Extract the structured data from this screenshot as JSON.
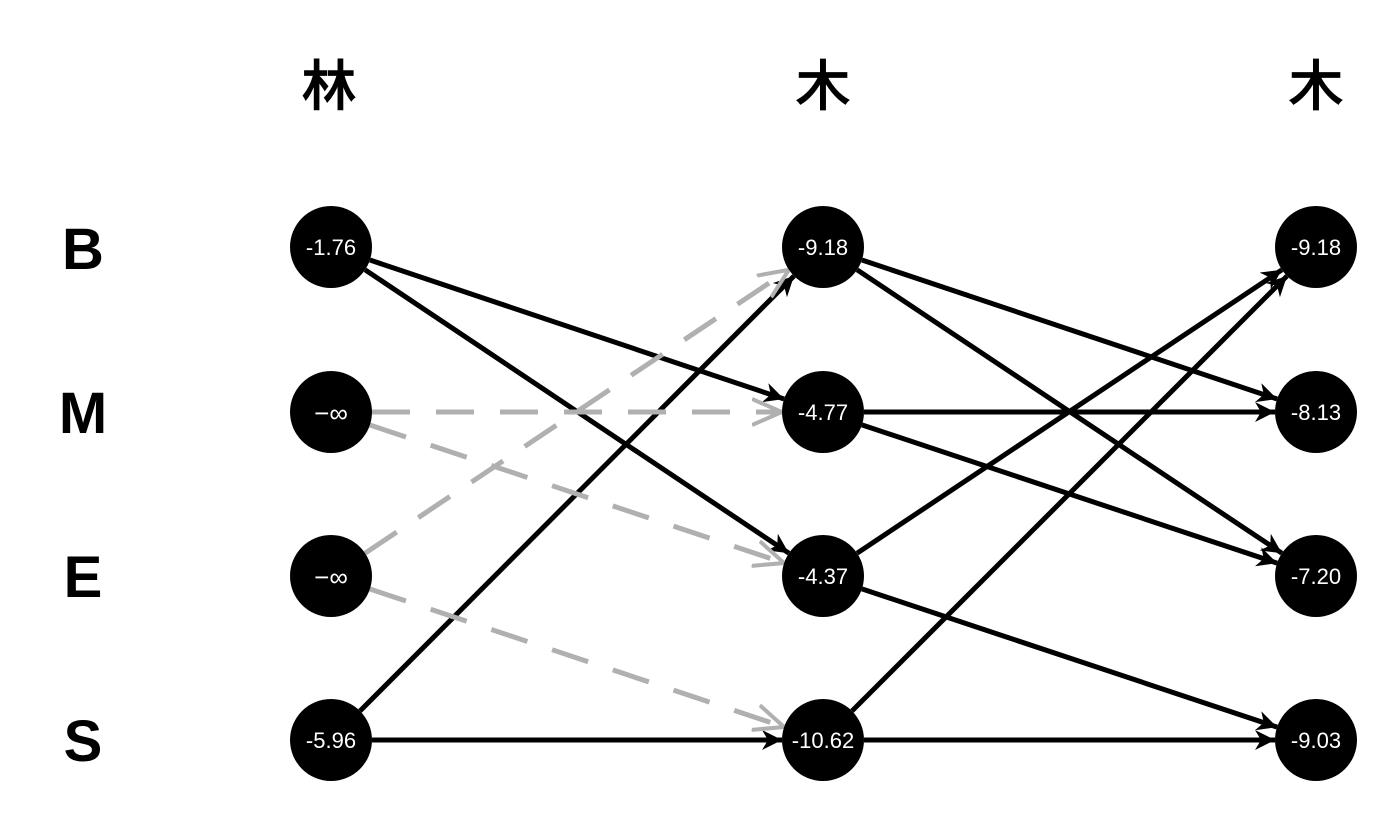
{
  "columns": [
    {
      "id": "c0",
      "char": "林"
    },
    {
      "id": "c1",
      "char": "木"
    },
    {
      "id": "c2",
      "char": "木"
    }
  ],
  "rows": [
    {
      "id": "B",
      "label": "B"
    },
    {
      "id": "M",
      "label": "M"
    },
    {
      "id": "E",
      "label": "E"
    },
    {
      "id": "S",
      "label": "S"
    }
  ],
  "nodes": {
    "c0": {
      "B": "-1.76",
      "M": "−∞",
      "E": "−∞",
      "S": "-5.96"
    },
    "c1": {
      "B": "-9.18",
      "M": "-4.77",
      "E": "-4.37",
      "S": "-10.62"
    },
    "c2": {
      "B": "-9.18",
      "M": "-8.13",
      "E": "-7.20",
      "S": "-9.03"
    }
  },
  "edges": [
    {
      "from": [
        "c0",
        "B"
      ],
      "to": [
        "c1",
        "M"
      ],
      "style": "solid"
    },
    {
      "from": [
        "c0",
        "B"
      ],
      "to": [
        "c1",
        "E"
      ],
      "style": "solid"
    },
    {
      "from": [
        "c0",
        "S"
      ],
      "to": [
        "c1",
        "B"
      ],
      "style": "solid"
    },
    {
      "from": [
        "c0",
        "S"
      ],
      "to": [
        "c1",
        "S"
      ],
      "style": "solid"
    },
    {
      "from": [
        "c0",
        "M"
      ],
      "to": [
        "c1",
        "M"
      ],
      "style": "dashed"
    },
    {
      "from": [
        "c0",
        "M"
      ],
      "to": [
        "c1",
        "E"
      ],
      "style": "dashed"
    },
    {
      "from": [
        "c0",
        "E"
      ],
      "to": [
        "c1",
        "B"
      ],
      "style": "dashed"
    },
    {
      "from": [
        "c0",
        "E"
      ],
      "to": [
        "c1",
        "S"
      ],
      "style": "dashed"
    },
    {
      "from": [
        "c1",
        "B"
      ],
      "to": [
        "c2",
        "M"
      ],
      "style": "solid"
    },
    {
      "from": [
        "c1",
        "B"
      ],
      "to": [
        "c2",
        "E"
      ],
      "style": "solid"
    },
    {
      "from": [
        "c1",
        "M"
      ],
      "to": [
        "c2",
        "M"
      ],
      "style": "solid"
    },
    {
      "from": [
        "c1",
        "M"
      ],
      "to": [
        "c2",
        "E"
      ],
      "style": "solid"
    },
    {
      "from": [
        "c1",
        "E"
      ],
      "to": [
        "c2",
        "B"
      ],
      "style": "solid"
    },
    {
      "from": [
        "c1",
        "E"
      ],
      "to": [
        "c2",
        "S"
      ],
      "style": "solid"
    },
    {
      "from": [
        "c1",
        "S"
      ],
      "to": [
        "c2",
        "B"
      ],
      "style": "solid"
    },
    {
      "from": [
        "c1",
        "S"
      ],
      "to": [
        "c2",
        "S"
      ],
      "style": "solid"
    }
  ],
  "colors": {
    "solid": "#000000",
    "dashed": "#b0b0b0",
    "node_fill": "#000000",
    "node_text": "#ffffff"
  }
}
